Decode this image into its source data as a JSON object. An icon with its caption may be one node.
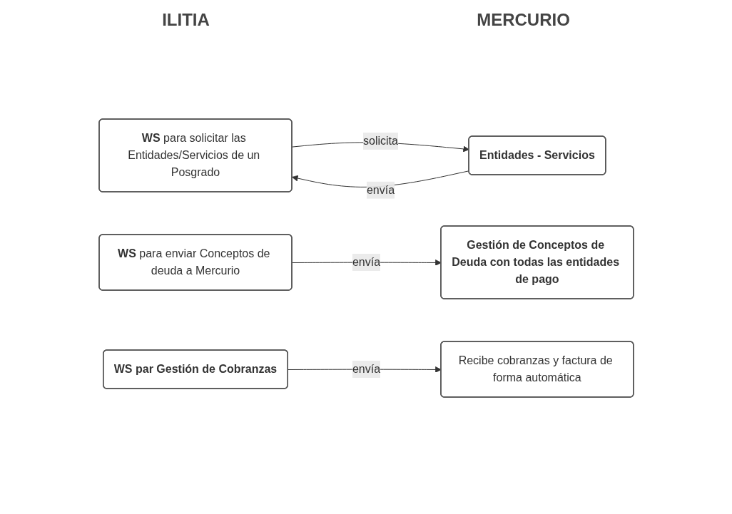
{
  "diagram": {
    "nodes": [
      {
        "text": [
          "**WS** para solicitar las Entidades/Servicios de un Posgrado"
        ]
      },
      {
        "text": [
          "Entidades - Servicios"
        ]
      },
      {
        "text": [
          "**WS** para enviar Conceptos de deuda a Mercurio"
        ]
      },
      {
        "text": [
          "Gestión de Conceptos de Deuda con todas las entidades de pago"
        ]
      },
      {
        "text": [
          "Recibe cobranzas y factura de forma automática"
        ]
      },
      {
        "text": [
          "WS par Gestión de Cobranzas"
        ]
      }
    ],
    "edges": [
      {
        "from": 0,
        "to": 1,
        "arrow": "to",
        "label": "solicita"
      },
      {
        "from": 1,
        "to": 0,
        "arrow": "to",
        "label": "envía"
      },
      {
        "from": 2,
        "to": 3,
        "arrow": "to",
        "label": "envía"
      },
      {
        "from": 5,
        "to": 4,
        "arrow": "to",
        "label": "envía"
      }
    ],
    "labels": [
      "ILITIA",
      "MERCURIO"
    ]
  }
}
